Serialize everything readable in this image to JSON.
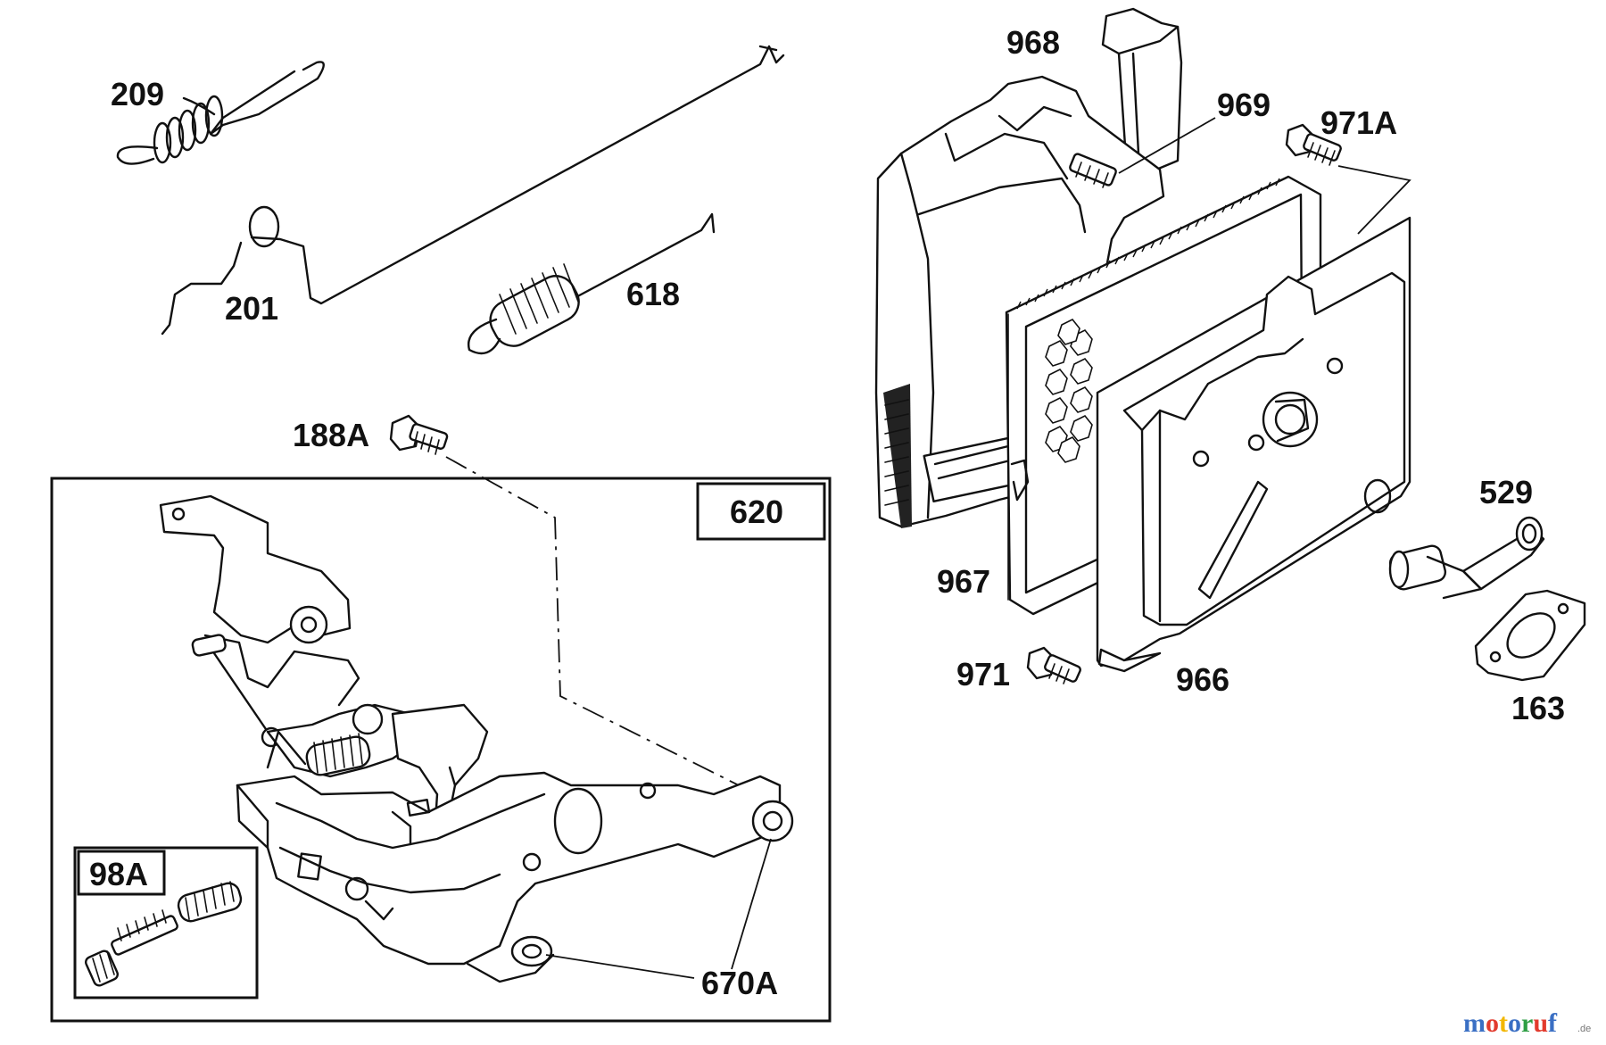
{
  "labels": {
    "p209": "209",
    "p201": "201",
    "p618": "618",
    "p188a": "188A",
    "p620": "620",
    "p98a": "98A",
    "p670a": "670A",
    "p968": "968",
    "p969": "969",
    "p971a": "971A",
    "p967": "967",
    "p971": "971",
    "p966": "966",
    "p529": "529",
    "p163": "163"
  },
  "watermark": {
    "letters": [
      "m",
      "o",
      "t",
      "o",
      "r",
      "u",
      "f"
    ],
    "colors": [
      "#3a6fc4",
      "#e23b2e",
      "#f2b705",
      "#3a6fc4",
      "#2e9e44",
      "#e23b2e",
      "#3a6fc4"
    ],
    "suffix": ".de"
  }
}
